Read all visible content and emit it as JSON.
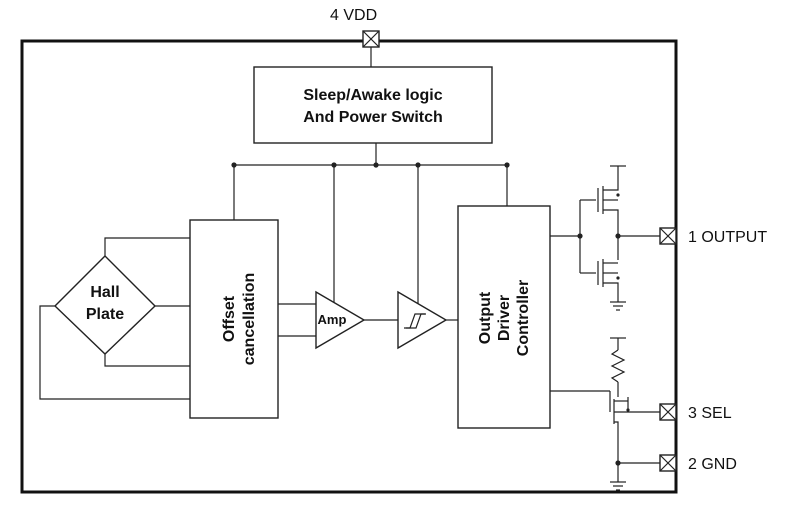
{
  "pins": {
    "vdd": "4  VDD",
    "output": "1 OUTPUT",
    "sel": "3 SEL",
    "gnd": "2 GND"
  },
  "blocks": {
    "sleep_line1": "Sleep/Awake logic",
    "sleep_line2": "And Power Switch",
    "hall_line1": "Hall",
    "hall_line2": "Plate",
    "offset_line1": "Offset",
    "offset_line2": "cancellation",
    "amp": "Amp",
    "driver_line1": "Output",
    "driver_line2": "Driver",
    "driver_line3": "Controller"
  },
  "colors": {
    "line": "#222222",
    "background": "#ffffff"
  }
}
